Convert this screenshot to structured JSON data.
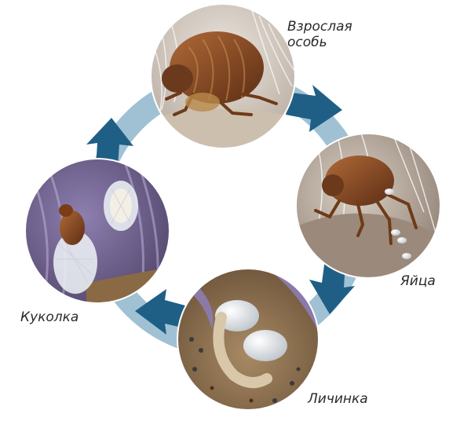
{
  "stages": {
    "adult": {
      "label": "Взрослая особь"
    },
    "eggs": {
      "label": "Яйца"
    },
    "larva": {
      "label": "Личинка"
    },
    "pupa": {
      "label": "Куколка"
    }
  },
  "colors": {
    "cycle_ring": "#8fb6cd",
    "arrow": "#1f5f86",
    "label": "#2a2a2a",
    "flea_body": "#8a4a25",
    "egg": "#eef0f2",
    "larva": "#d8c7a8",
    "cocoon": "#e8ecf2",
    "fabric": "#7a6a96"
  },
  "icons": [
    "adult-flea-illustration",
    "flea-eggs-illustration",
    "larva-illustration",
    "pupa-cocoon-illustration",
    "cycle-arrow-icon"
  ]
}
